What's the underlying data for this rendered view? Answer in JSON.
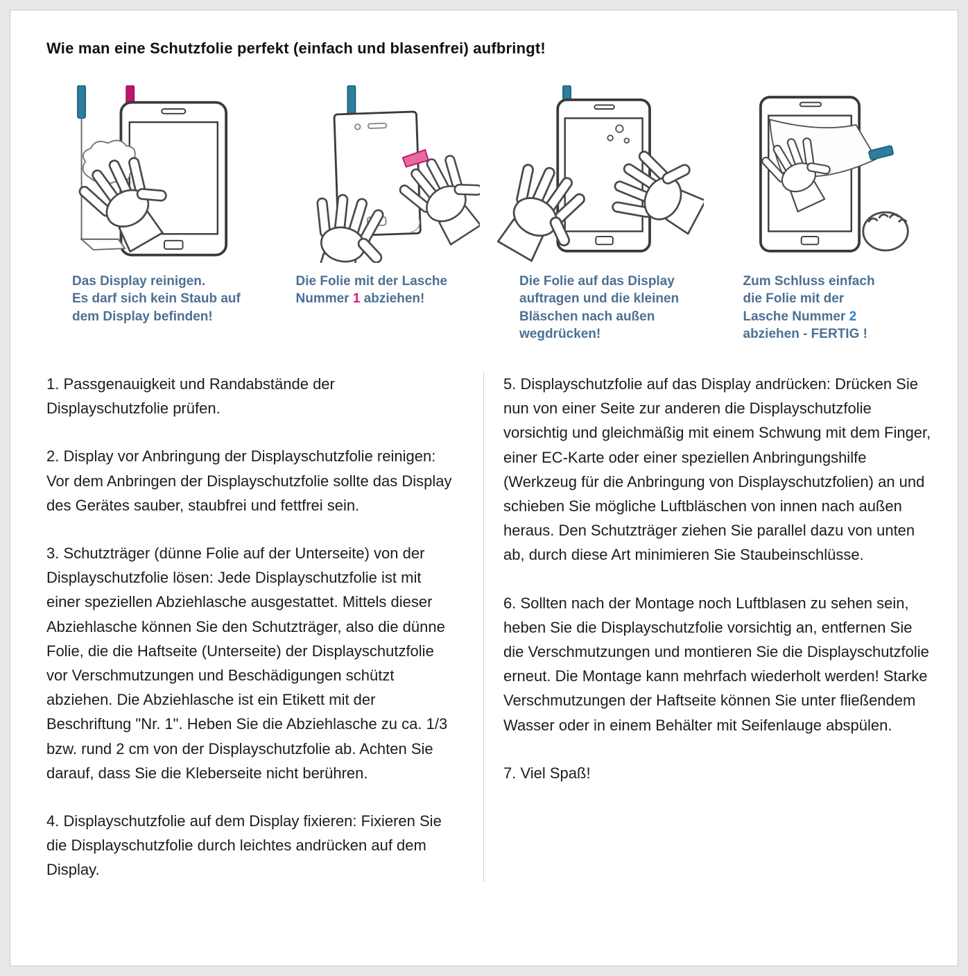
{
  "page": {
    "title": "Wie man eine Schutzfolie perfekt (einfach und blasenfrei) aufbringt!"
  },
  "colors": {
    "caption_text": "#4c7094",
    "lasche_1_pink": "#d81b7a",
    "lasche_2_blue": "#2e84c8",
    "tab_teal": "#2d7d9d",
    "tab_pink": "#c2156f",
    "page_background": "#e8e8e8"
  },
  "steps": [
    {
      "illustration": "clean-display-illustration",
      "caption": {
        "line1": "Das Display reinigen.",
        "line2": "Es darf sich kein Staub auf",
        "line3": "dem Display befinden!"
      }
    },
    {
      "illustration": "peel-film-tab-1-illustration",
      "caption": {
        "line1": "Die Folie mit der Lasche",
        "line2_pre": "Nummer ",
        "number": "1",
        "line2_post": " abziehen!"
      }
    },
    {
      "illustration": "apply-film-press-bubbles-illustration",
      "caption": {
        "line1": "Die Folie  auf das Display",
        "line2": "auftragen und die kleinen",
        "line3": "Bläschen nach außen",
        "line4": "wegdrücken!"
      }
    },
    {
      "illustration": "remove-tab-2-finished-illustration",
      "caption": {
        "line1": "Zum Schluss einfach",
        "line2": "die Folie mit der",
        "line3_pre": "Lasche Nummer ",
        "number": "2",
        "line4": "abziehen - FERTIG !"
      }
    }
  ],
  "instructions_left": [
    "1. Passgenauigkeit und Randabstände der Displayschutzfolie prüfen.",
    "2. Display vor Anbringung der Displayschutzfolie reinigen: Vor dem Anbringen der Displayschutzfolie sollte das Display des Gerätes sauber, staubfrei und fettfrei sein.",
    "3. Schutzträger (dünne Folie auf der Unterseite) von der Displayschutzfolie lösen: Jede Displayschutzfolie ist mit einer speziellen Abziehlasche ausgestattet. Mittels dieser Abziehlasche können Sie den Schutzträger, also die dünne Folie, die die Haftseite (Unterseite) der Displayschutzfolie vor Verschmutzungen und Beschädigungen schützt abziehen. Die Abziehlasche ist ein Etikett mit der Beschriftung \"Nr. 1\". Heben Sie die Abziehlasche zu ca. 1/3 bzw. rund 2 cm von der Displayschutzfolie ab. Achten Sie darauf, dass Sie die Kleberseite nicht berühren.",
    "4. Displayschutzfolie auf dem Display fixieren: Fixieren Sie die Displayschutzfolie durch leichtes andrücken auf dem Display."
  ],
  "instructions_right": [
    "5. Displayschutzfolie auf das Display andrücken: Drücken Sie nun von einer Seite zur anderen die Displayschutzfolie vorsichtig und gleichmäßig mit einem Schwung mit dem Finger, einer EC-Karte oder einer speziellen Anbringungshilfe (Werkzeug für die Anbringung von Displayschutzfolien) an und schieben Sie mögliche Luftbläschen von innen nach außen heraus. Den Schutzträger ziehen Sie parallel dazu von unten ab, durch diese Art minimieren Sie Staubeinschlüsse.",
    "6. Sollten nach der Montage noch Luftblasen zu sehen sein, heben Sie die Displayschutzfolie vorsichtig an, entfernen Sie die Verschmutzungen und montieren Sie die Displayschutzfolie erneut. Die Montage kann mehrfach wiederholt werden! Starke Verschmutzungen der Haftseite können Sie unter fließendem Wasser oder in einem Behälter mit Seifenlauge abspülen.",
    "7. Viel Spaß!"
  ]
}
